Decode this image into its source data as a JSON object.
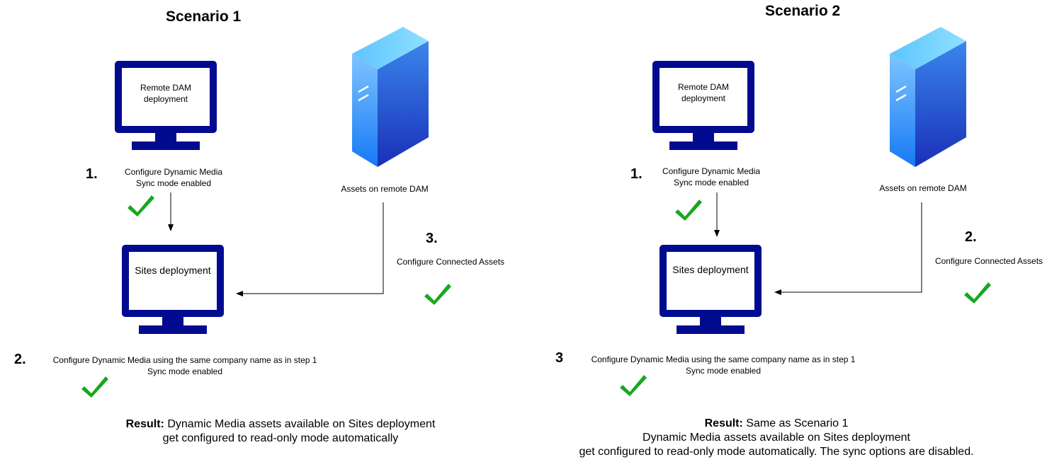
{
  "colors": {
    "monitor": "#000b8f",
    "check": "#18a81e",
    "server_light": "#5ab6ff",
    "server_dark": "#1b3fcf"
  },
  "scenario1": {
    "title": "Scenario 1",
    "remote_monitor_label": "Remote DAM deployment",
    "sites_monitor_label": "Sites deployment",
    "server_label": "Assets on remote DAM",
    "step_a": {
      "number": "1.",
      "line1": "Configure Dynamic Media",
      "line2": "Sync mode enabled"
    },
    "step_b": {
      "number": "2.",
      "line1": "Configure Dynamic Media using the same company name as in step 1",
      "line2": "Sync mode enabled"
    },
    "step_c": {
      "number": "3.",
      "line1": "Configure Connected Assets"
    },
    "result": {
      "label": "Result:",
      "line1": " Dynamic Media assets available on Sites deployment",
      "line2": "get configured to read-only mode automatically"
    }
  },
  "scenario2": {
    "title": "Scenario 2",
    "remote_monitor_label": "Remote DAM deployment",
    "sites_monitor_label": "Sites deployment",
    "server_label": "Assets on remote DAM",
    "step_a": {
      "number": "1.",
      "line1": "Configure Dynamic Media",
      "line2": "Sync mode enabled"
    },
    "step_b": {
      "number": "3",
      "line1": "Configure Dynamic Media using the same company name as in step 1",
      "line2": "Sync mode enabled"
    },
    "step_c": {
      "number": "2.",
      "line1": "Configure Connected Assets"
    },
    "result": {
      "label": "Result:",
      "line1": " Same as Scenario 1",
      "line2": "Dynamic Media assets available on Sites deployment",
      "line3": "get configured to read-only mode automatically. The sync options are disabled."
    }
  }
}
